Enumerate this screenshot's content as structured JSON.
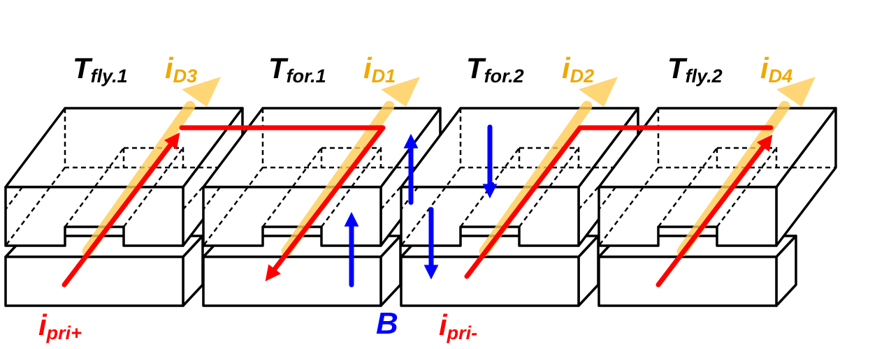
{
  "cores": [
    {
      "name": "T",
      "sub": "fly.1",
      "diode": "i",
      "diode_sub": "D3"
    },
    {
      "name": "T",
      "sub": "for.1",
      "diode": "i",
      "diode_sub": "D1"
    },
    {
      "name": "T",
      "sub": "for.2",
      "diode": "i",
      "diode_sub": "D2"
    },
    {
      "name": "T",
      "sub": "fly.2",
      "diode": "i",
      "diode_sub": "D4"
    }
  ],
  "labels": {
    "ipri_plus": {
      "main": "i",
      "sub": "pri+"
    },
    "ipri_minus": {
      "main": "i",
      "sub": "pri-"
    },
    "flux": "B"
  },
  "colors": {
    "primary_current": "#ff0000",
    "flux": "#0000ff",
    "diode_current": "#ffcc55",
    "diode_label": "#f0a800",
    "outline": "#000000"
  }
}
